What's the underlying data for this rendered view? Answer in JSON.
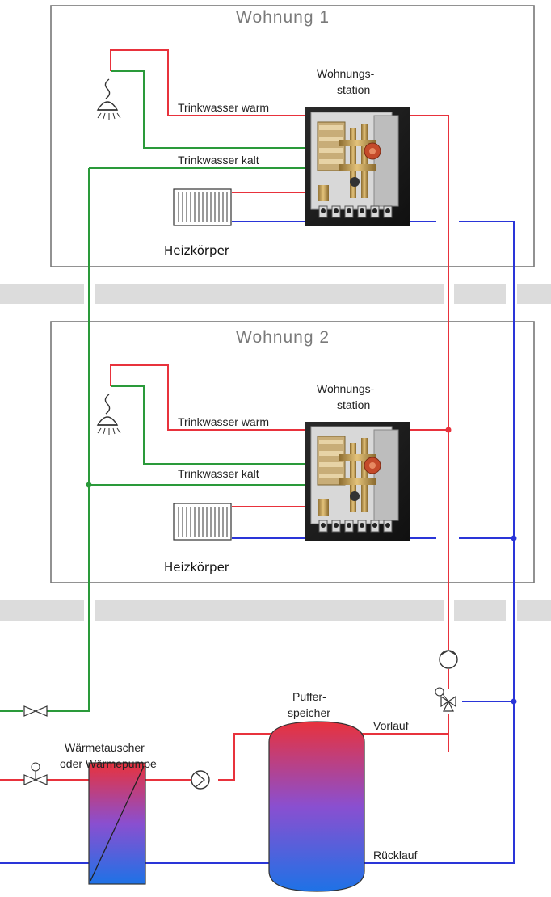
{
  "diagram": {
    "apartments": [
      {
        "title": "Wohnung 1",
        "station_label_line1": "Wohnungs-",
        "station_label_line2": "station",
        "warm_label": "Trinkwasser warm",
        "cold_label": "Trinkwasser kalt",
        "radiator_label": "Heizkörper"
      },
      {
        "title": "Wohnung 2",
        "station_label_line1": "Wohnungs-",
        "station_label_line2": "station",
        "warm_label": "Trinkwasser warm",
        "cold_label": "Trinkwasser kalt",
        "radiator_label": "Heizkörper"
      }
    ],
    "buffer": {
      "label_line1": "Puffer-",
      "label_line2": "speicher",
      "supply_label": "Vorlauf",
      "return_label": "Rücklauf"
    },
    "heat_source": {
      "label_line1": "Wärmetauscher",
      "label_line2": "oder Wärmepumpe"
    },
    "colors": {
      "hot": "#e8323c",
      "return": "#2a35d8",
      "cold": "#2a9a3a",
      "frame": "#777777",
      "floor_slab": "#dcdcdc",
      "tank_top": "#e8323c",
      "tank_bottom": "#1e72e6"
    }
  }
}
